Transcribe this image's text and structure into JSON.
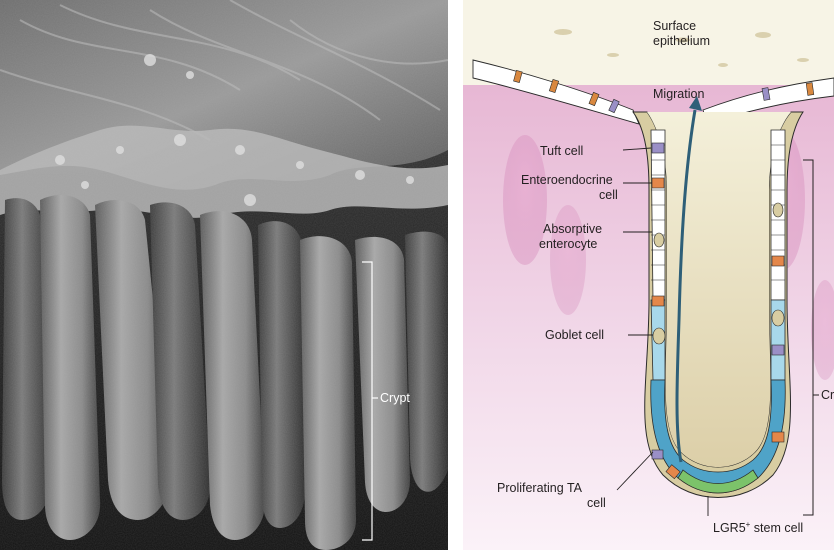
{
  "left": {
    "bracket_label": "Crypt"
  },
  "right": {
    "surface": "Surface\nepithelium",
    "migration": "Migration",
    "tuft": "Tuft cell",
    "entero": "Enteroendocrine\ncell",
    "absorptive": "Absorptive\nenterocyte",
    "goblet": "Goblet cell",
    "prolif": "Proliferating TA\ncell",
    "stem": "LGR5",
    "stem_sup": "+",
    "stem_rest": " stem cell",
    "crypt": "Crypt"
  }
}
